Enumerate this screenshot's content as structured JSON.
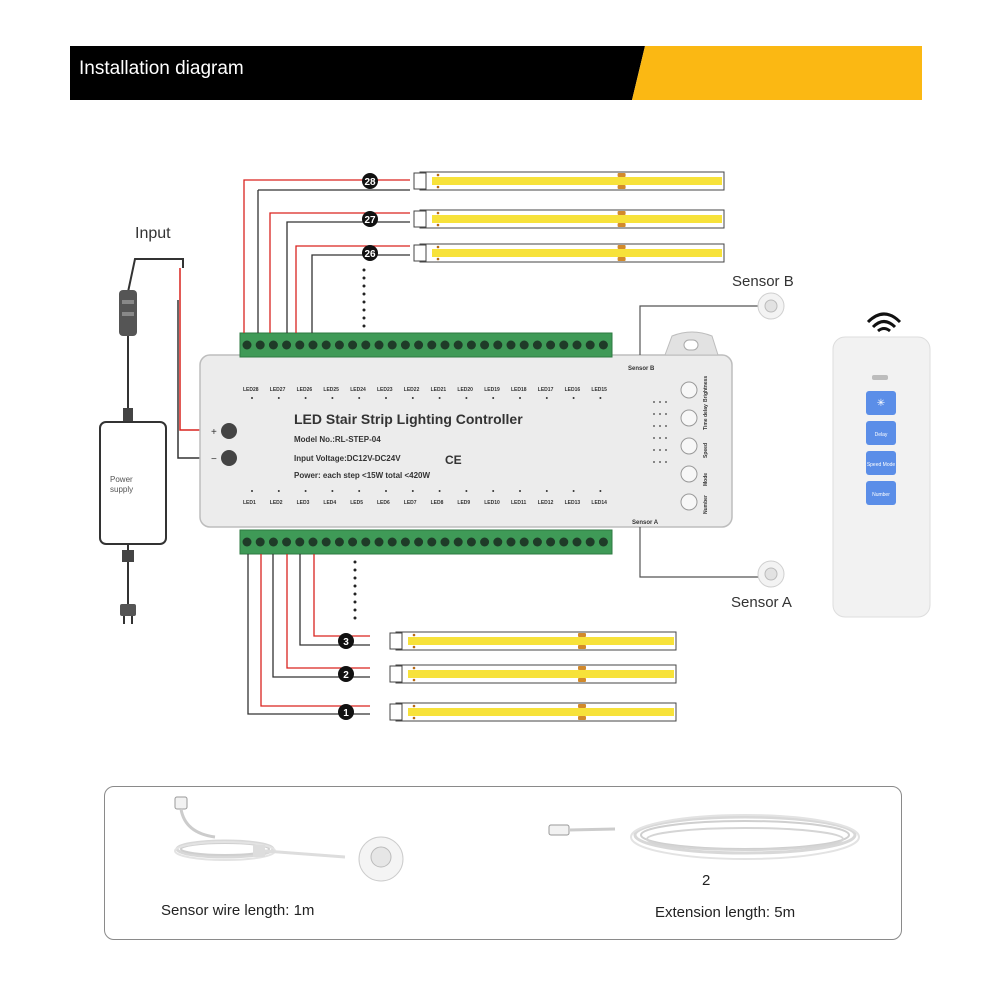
{
  "banner": {
    "title": "Installation diagram",
    "colors": {
      "dark": "#000000",
      "accent": "#fbb813"
    }
  },
  "labels": {
    "input": "Input",
    "power_supply_line1": "Power",
    "power_supply_line2": "supply",
    "sensor_b": "Sensor B",
    "sensor_a": "Sensor A",
    "plus": "+",
    "minus": "−"
  },
  "controller": {
    "title": "LED Stair Strip Lighting Controller",
    "model": "Model No.:RL-STEP-04",
    "input_voltage": "Input Voltage:DC12V-DC24V",
    "power": "Power: each step <15W  total <420W",
    "cert": "CE",
    "sensor_b_port": "Sensor B",
    "sensor_a_port": "Sensor A",
    "top_led_labels": [
      "LED28",
      "LED27",
      "LED26",
      "LED25",
      "LED24",
      "LED23",
      "LED22",
      "LED21",
      "LED20",
      "LED19",
      "LED18",
      "LED17",
      "LED16",
      "LED15"
    ],
    "bottom_led_labels": [
      "LED1",
      "LED2",
      "LED3",
      "LED4",
      "LED5",
      "LED6",
      "LED7",
      "LED8",
      "LED9",
      "LED10",
      "LED11",
      "LED12",
      "LED13",
      "LED14"
    ],
    "buttons": [
      "Brightness",
      "Time delay",
      "Speed",
      "Mode",
      "Number"
    ]
  },
  "strips": {
    "top": [
      {
        "number": "28"
      },
      {
        "number": "27"
      },
      {
        "number": "26"
      }
    ],
    "bottom": [
      {
        "number": "3"
      },
      {
        "number": "2"
      },
      {
        "number": "1"
      }
    ],
    "strip_color": "#f7e23a"
  },
  "remote": {
    "buttons": [
      "✳",
      "Delay",
      "Speed Mode",
      "Number"
    ],
    "button_color": "#5b8ee8"
  },
  "accessories": {
    "sensor_wire_caption": "Sensor wire length: 1m",
    "extension_number": "2",
    "extension_caption": "Extension length: 5m"
  }
}
